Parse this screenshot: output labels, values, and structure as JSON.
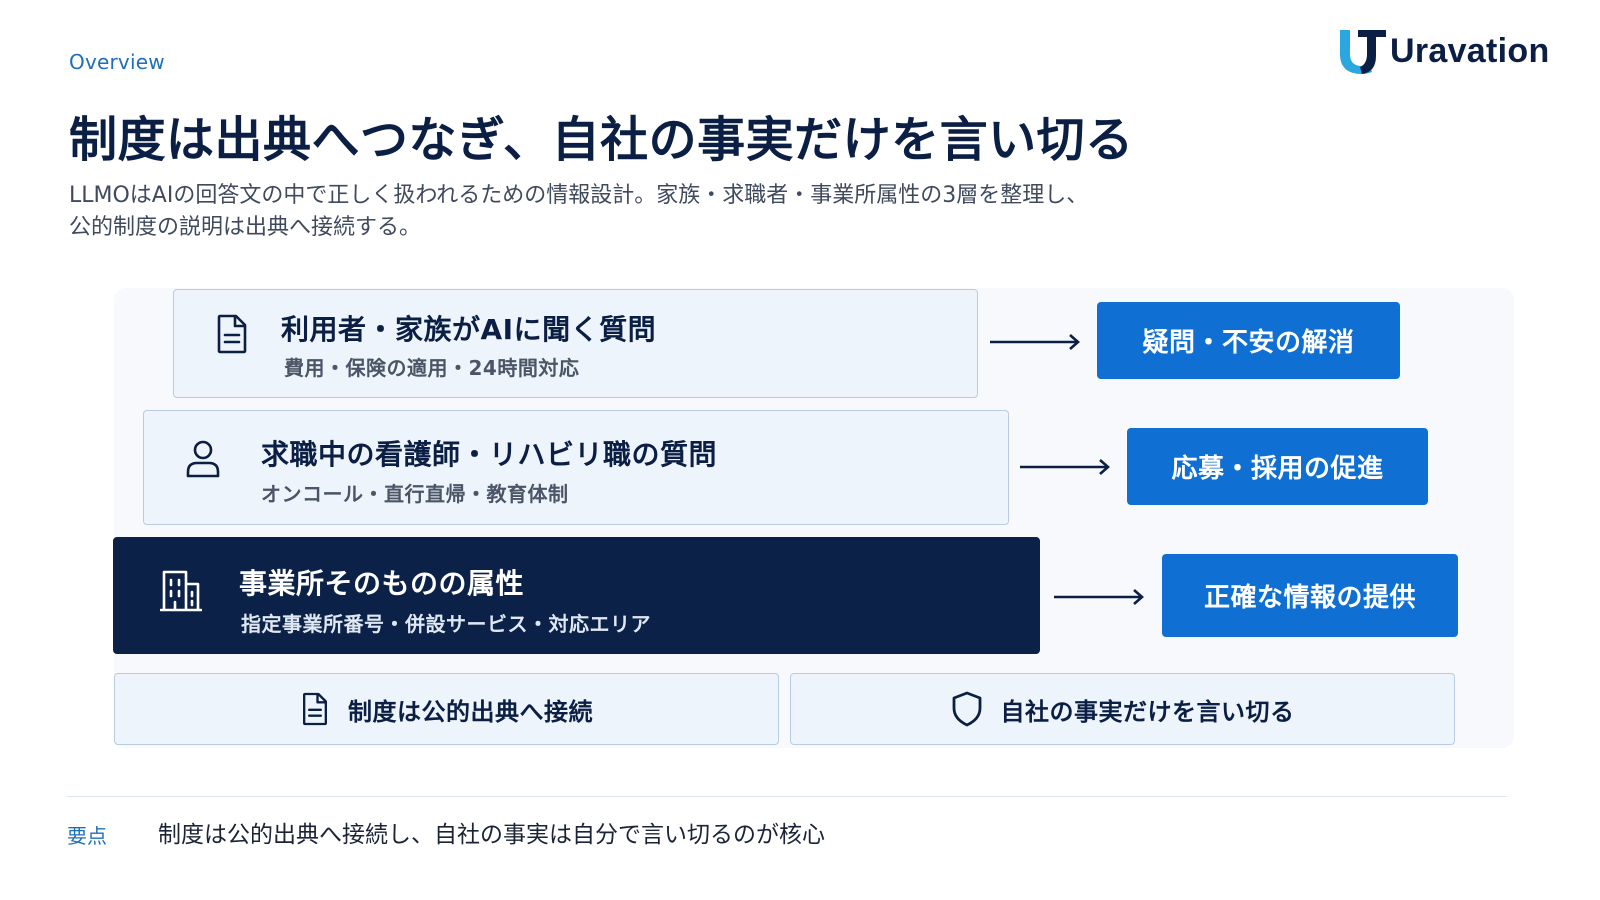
{
  "header": {
    "eyebrow": "Overview",
    "title": "制度は出典へつなぎ、自社の事実だけを言い切る",
    "subtitle_line1": "LLMOはAIの回答文の中で正しく扱われるための情報設計。家族・求職者・事業所属性の3層を整理し、",
    "subtitle_line2": "公的制度の説明は出典へ接続する。",
    "logo_text": "Uravation"
  },
  "layers": [
    {
      "heading": "利用者・家族がAIに聞く質問",
      "sub": "費用・保険の適用・24時間対応",
      "icon": "document-icon",
      "outcome": "疑問・不安の解消"
    },
    {
      "heading": "求職中の看護師・リハビリ職の質問",
      "sub": "オンコール・直行直帰・教育体制",
      "icon": "person-icon",
      "outcome": "応募・採用の促進"
    },
    {
      "heading": "事業所そのものの属性",
      "sub": "指定事業所番号・併設サービス・対応エリア",
      "icon": "building-icon",
      "outcome": "正確な情報の提供"
    }
  ],
  "principles": [
    {
      "label": "制度は公的出典へ接続",
      "icon": "document-icon"
    },
    {
      "label": "自社の事実だけを言い切る",
      "icon": "shield-icon"
    }
  ],
  "footer": {
    "key_label": "要点",
    "key_text": "制度は公的出典へ接続し、自社の事実は自分で言い切るのが核心"
  },
  "colors": {
    "accent": "#0f6fd2",
    "navy": "#0b2148",
    "light_fill": "#eef4fb",
    "border": "#b9cbe0"
  }
}
